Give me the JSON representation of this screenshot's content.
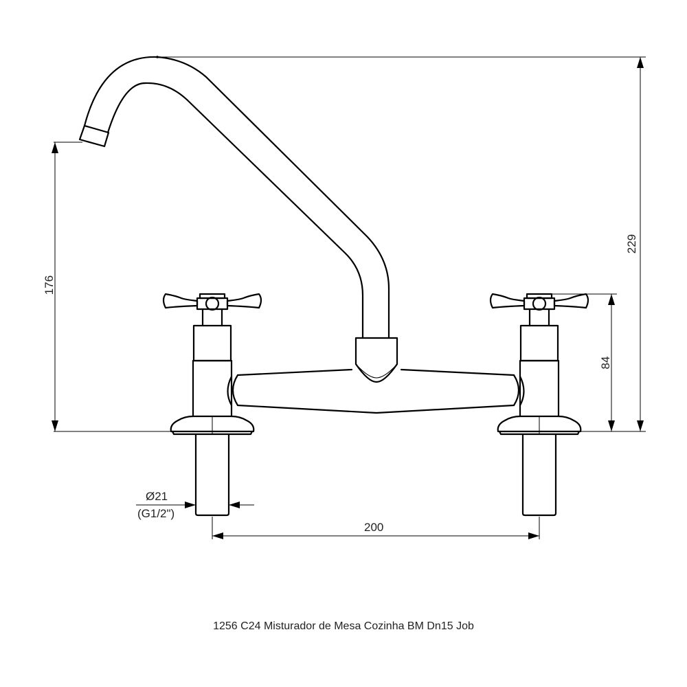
{
  "dimensions": {
    "spout_height": "176",
    "total_height": "229",
    "handle_height": "84",
    "center_distance": "200",
    "pipe_diameter": "Ø21",
    "thread": "(G1/2\")"
  },
  "caption": "1256 C24 Misturador de Mesa Cozinha BM Dn15 Job"
}
